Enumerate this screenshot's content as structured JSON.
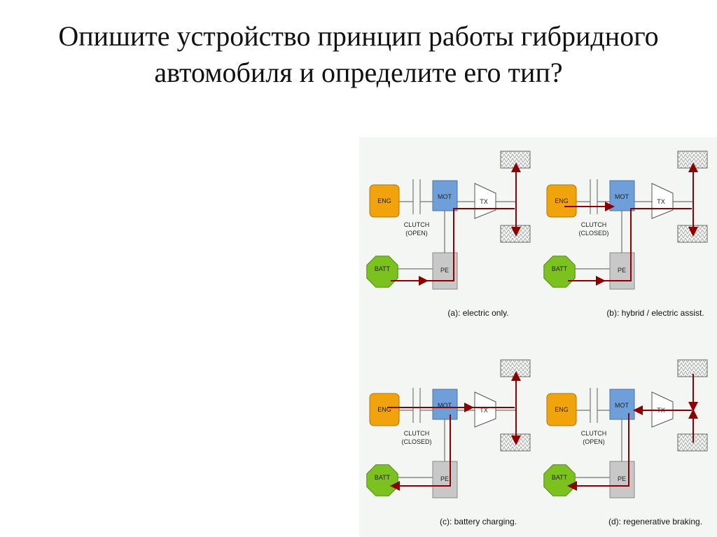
{
  "slide": {
    "title_line1": "Опишите устройство принцип работы гибридного",
    "title_line2": "автомобиля и определите его тип?"
  },
  "labels": {
    "engine": "ENG",
    "motor": "MOT",
    "transmission": "TX",
    "battery": "BATT",
    "power_electronics": "PE",
    "clutch": "CLUTCH"
  },
  "panels": [
    {
      "id": "a",
      "clutch_state": "OPEN",
      "caption": "(a): electric only.",
      "flow": "electric-only"
    },
    {
      "id": "b",
      "clutch_state": "CLOSED",
      "caption": "(b): hybrid / electric assist.",
      "flow": "hybrid-assist"
    },
    {
      "id": "c",
      "clutch_state": "CLOSED",
      "caption": "(c): battery charging.",
      "flow": "battery-charging"
    },
    {
      "id": "d",
      "clutch_state": "OPEN",
      "caption": "(d): regenerative braking.",
      "flow": "regenerative-braking"
    }
  ],
  "colors": {
    "engine": "#f0a30a",
    "motor": "#6f9fd8",
    "battery": "#7cc21f",
    "power_electronics": "#c8c8c8",
    "flow_arrow": "#8b0000",
    "panel_bg": "#f4f6f4"
  }
}
